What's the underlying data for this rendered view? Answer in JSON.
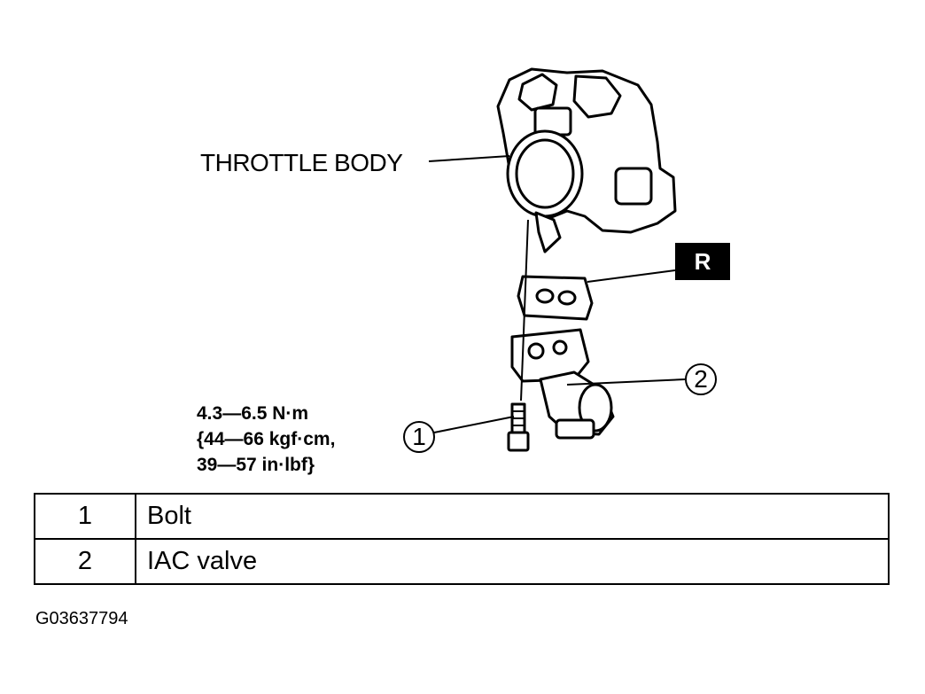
{
  "diagram": {
    "throttle_body_label": "THROTTLE BODY",
    "gasket_badge": "R",
    "callouts": [
      "1",
      "2"
    ],
    "torque_spec": [
      "4.3—6.5 N·m",
      "{44—66 kgf·cm,",
      "39—57 in·lbf}"
    ]
  },
  "parts_table": {
    "rows": [
      {
        "number": "1",
        "name": "Bolt"
      },
      {
        "number": "2",
        "name": "IAC valve"
      }
    ]
  },
  "figure_id": "G03637794"
}
